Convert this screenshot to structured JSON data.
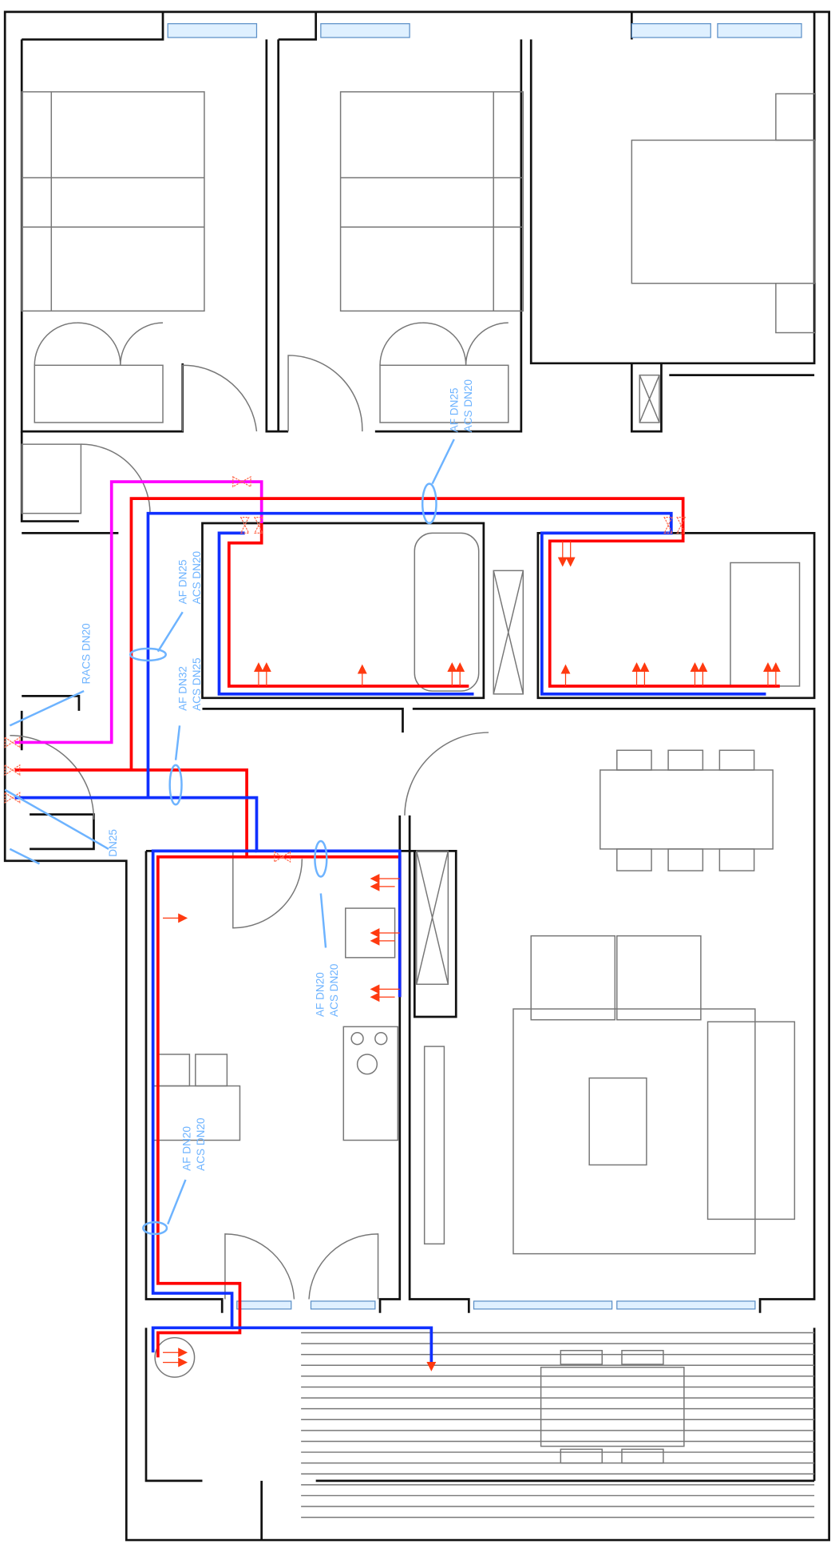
{
  "plan": {
    "labels": {
      "corridor_riser": {
        "af": "AF DN25",
        "acs": "ACS DN20"
      },
      "hall_branch": {
        "af": "AF DN25",
        "acs": "ACS DN20"
      },
      "return": {
        "racs": "RACS DN20"
      },
      "main_supply": {
        "af": "AF DN32",
        "acs": "ACS DN25"
      },
      "entry": {
        "dn": "DN25"
      },
      "kitchen_branch": {
        "af": "AF DN20",
        "acs": "ACS DN20"
      },
      "kitchen_riser": {
        "af": "AF DN20",
        "acs": "ACS DN20"
      }
    },
    "colors": {
      "cold_water": "#1030ff",
      "hot_water": "#ff0000",
      "hot_return": "#ff00ff",
      "annotation": "#6db3ff"
    }
  }
}
